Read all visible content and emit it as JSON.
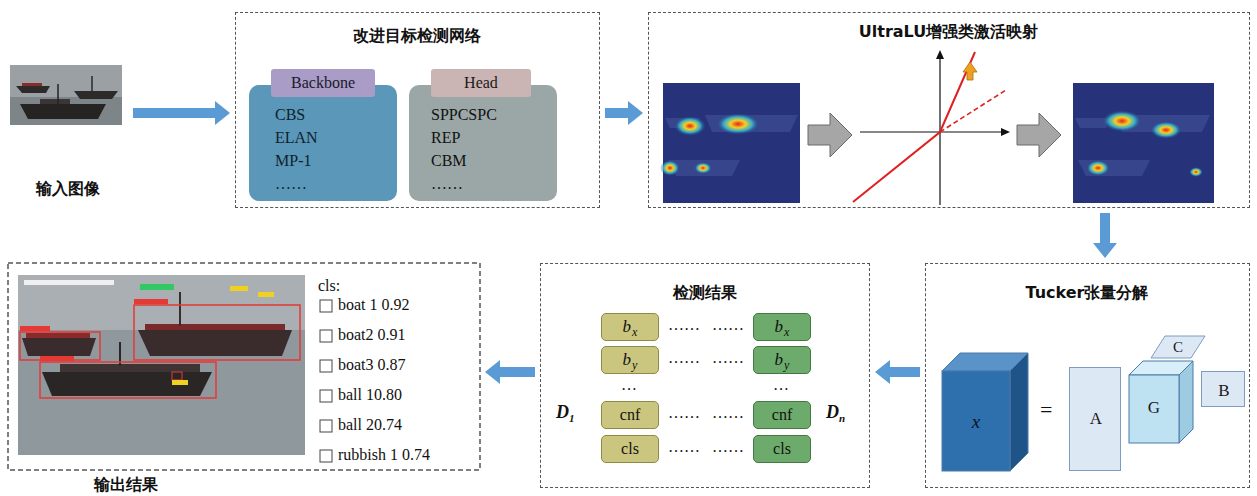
{
  "diagram": {
    "nodes": [
      {
        "text": [
          "输入图像"
        ]
      },
      {
        "text": [
          "改进目标检测网络"
        ]
      },
      {
        "text": [
          "Backbone",
          "CBS ELAN MP-1 ……"
        ],
        "in": 1
      },
      {
        "text": [
          "Head",
          "SPPCSPC REP CBM ……"
        ],
        "in": 1
      },
      {
        "text": [
          "UltraLU增强类激活映射"
        ]
      },
      {
        "text": [
          "Tucker张量分解"
        ]
      },
      {
        "text": [
          "x"
        ],
        "in": 5
      },
      {
        "text": [
          "A"
        ],
        "in": 5
      },
      {
        "text": [
          "G"
        ],
        "in": 5
      },
      {
        "text": [
          "C"
        ],
        "in": 5
      },
      {
        "text": [
          "B"
        ],
        "in": 5
      },
      {
        "text": [
          "检测结果"
        ]
      },
      {
        "text": [
          "b",
          "x"
        ],
        "in": 11
      },
      {
        "text": [
          "b",
          "y"
        ],
        "in": 11
      },
      {
        "text": [
          "cnf"
        ],
        "in": 11
      },
      {
        "text": [
          "cls"
        ],
        "in": 11
      },
      {
        "text": [
          "b",
          "x"
        ],
        "in": 11
      },
      {
        "text": [
          "b",
          "y"
        ],
        "in": 11
      },
      {
        "text": [
          "cnf"
        ],
        "in": 11
      },
      {
        "text": [
          "cls"
        ],
        "in": 11
      },
      {
        "text": [
          "输出结果"
        ]
      }
    ],
    "edges": [
      {
        "from": 0,
        "to": 1,
        "arrow": "to"
      },
      {
        "from": 1,
        "to": 4,
        "arrow": "to"
      },
      {
        "from": 4,
        "to": 5,
        "arrow": "to"
      },
      {
        "from": 5,
        "to": 11,
        "arrow": "to"
      },
      {
        "from": 11,
        "to": 20,
        "arrow": "to"
      }
    ],
    "labels": [
      "D",
      "1",
      "……",
      "……",
      "……",
      "……",
      "…",
      "…",
      "……",
      "……",
      "……",
      "……",
      "D",
      "n",
      "=",
      "cls:",
      "boat 1 0.92",
      "boat2 0.91",
      "boat3 0.87",
      "ball 10.80",
      "ball 20.74",
      "rubbish 1 0.74"
    ]
  }
}
